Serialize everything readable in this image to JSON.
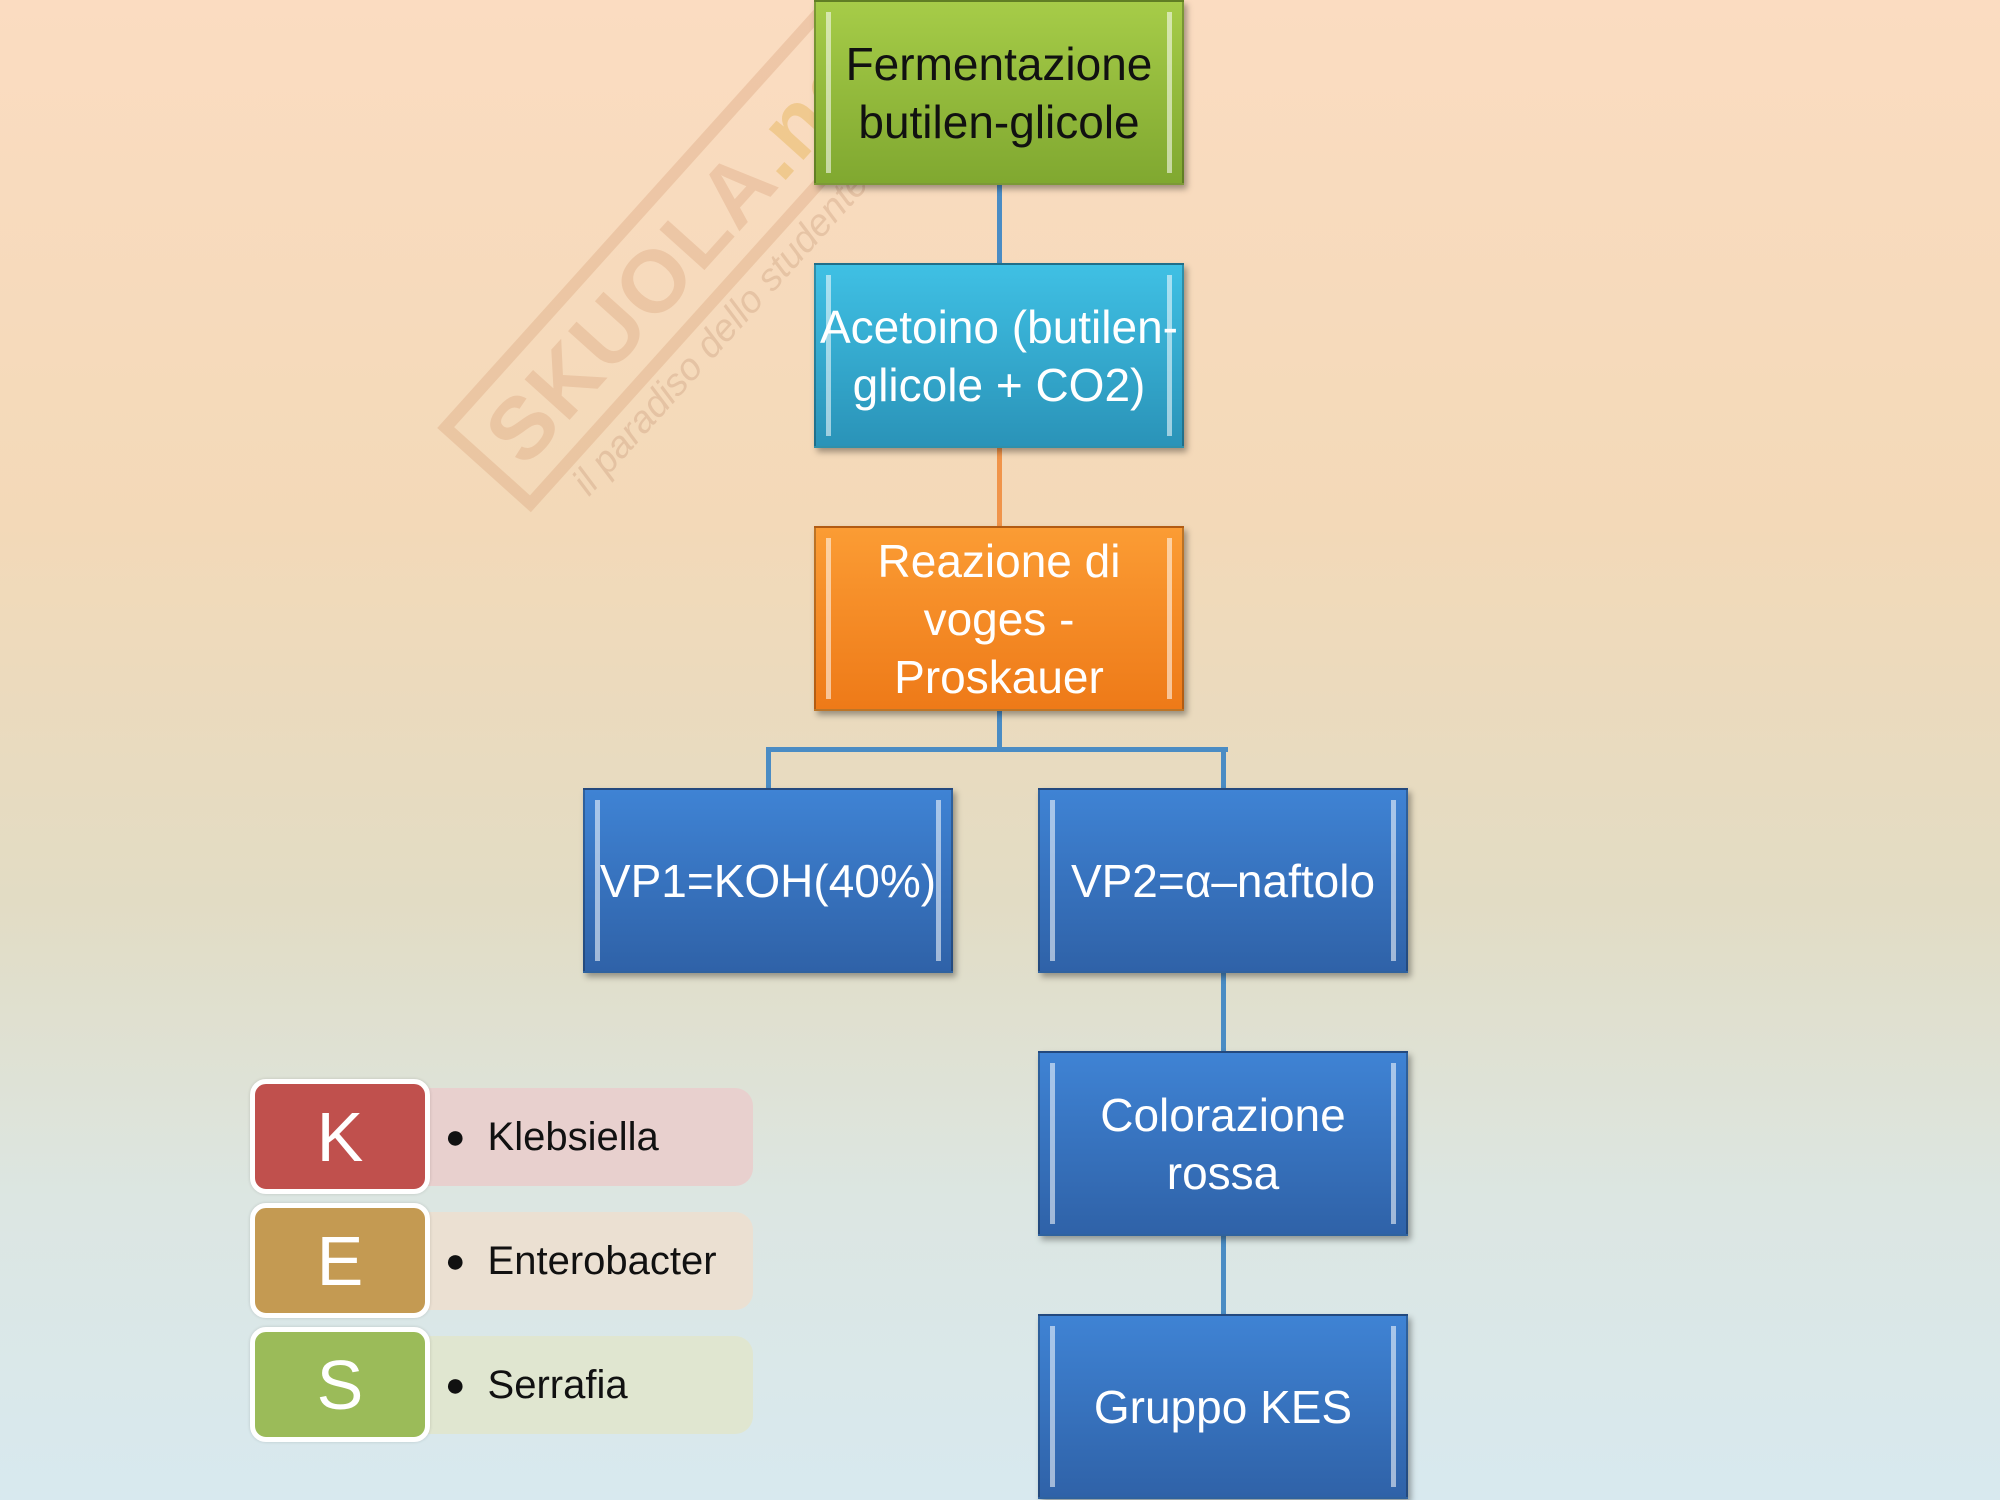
{
  "watermark": {
    "logo": "SKUOLA",
    "logo_suffix": ".net",
    "tagline": "il paradiso dello studente"
  },
  "flow": {
    "fermentation": "Fermentazione butilen-glicole",
    "acetoin": "Acetoino (butilen- glicole + CO2)",
    "reaction": "Reazione di voges - Proskauer",
    "vp1": "VP1=KOH(40%)",
    "vp2": "VP2=α–naftolo",
    "color": "Colorazione rossa",
    "group": "Gruppo KES"
  },
  "kes": [
    {
      "letter": "K",
      "name": "Klebsiella",
      "color": "#c0504d",
      "bg": "#e8d0ce"
    },
    {
      "letter": "E",
      "name": "Enterobacter",
      "color": "#c49a52",
      "bg": "#ebe0d2"
    },
    {
      "letter": "S",
      "name": "Serrafia",
      "color": "#9bbb59",
      "bg": "#e0e6d0"
    }
  ]
}
